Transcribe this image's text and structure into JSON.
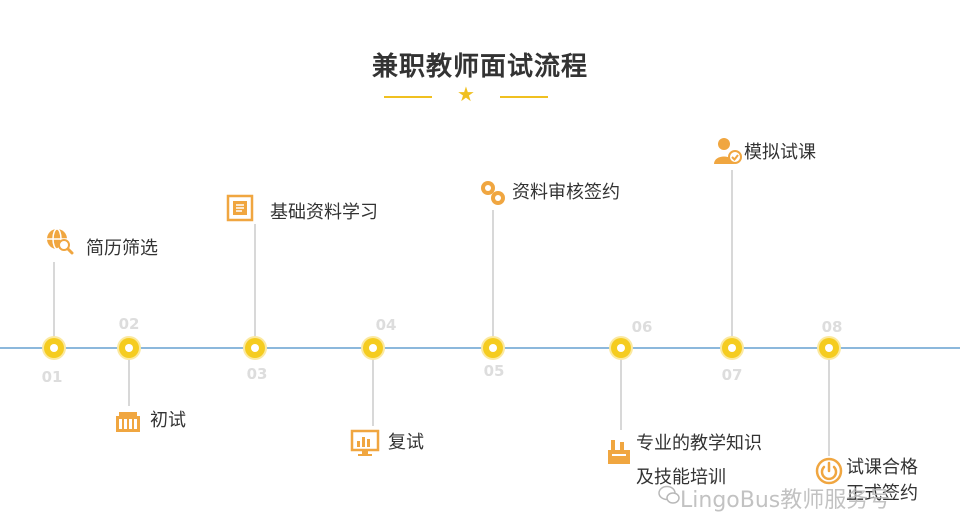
{
  "title": "兼职教师面试流程",
  "colors": {
    "accent": "#f5cc20",
    "timeline": "#8cb8dc",
    "icon": "#f0a640",
    "number": "#dddddd"
  },
  "steps": [
    {
      "num": "01",
      "label": "简历筛选",
      "icon": "globe-search-icon"
    },
    {
      "num": "02",
      "label": "初试",
      "icon": "building-icon"
    },
    {
      "num": "03",
      "label": "基础资料学习",
      "icon": "document-icon"
    },
    {
      "num": "04",
      "label": "复试",
      "icon": "monitor-chart-icon"
    },
    {
      "num": "05",
      "label": "资料审核签约",
      "icon": "gears-icon"
    },
    {
      "num": "06",
      "label_line1": "专业的教学知识",
      "label_line2": "及技能培训",
      "icon": "tools-icon"
    },
    {
      "num": "07",
      "label": "模拟试课",
      "icon": "person-check-icon"
    },
    {
      "num": "08",
      "label_line1": "试课合格",
      "label_line2": "正式签约",
      "icon": "power-icon"
    }
  ],
  "watermark": "LingoBus教师服务号"
}
